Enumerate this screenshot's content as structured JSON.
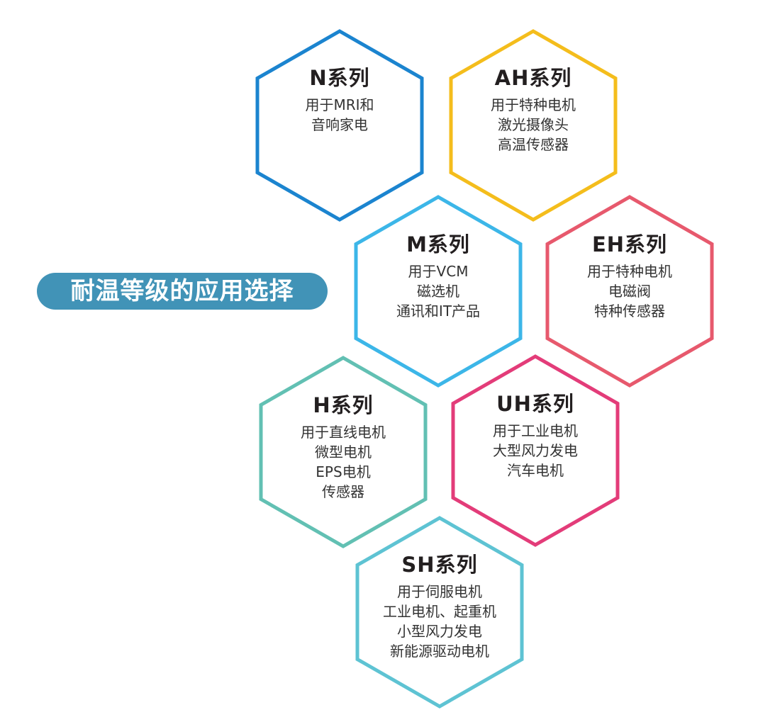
{
  "heading": "耐温等级的应用选择",
  "series": [
    {
      "id": "n",
      "title": "N系列",
      "lines": [
        "用于MRI和",
        "音响家电"
      ],
      "color": "#1b84cf"
    },
    {
      "id": "ah",
      "title": "AH系列",
      "lines": [
        "用于特种电机",
        "激光摄像头",
        "高温传感器"
      ],
      "color": "#f4bd1c"
    },
    {
      "id": "m",
      "title": "M系列",
      "lines": [
        "用于VCM",
        "磁选机",
        "通讯和IT产品"
      ],
      "color": "#3cb6e8"
    },
    {
      "id": "eh",
      "title": "EH系列",
      "lines": [
        "用于特种电机",
        "电磁阀",
        "特种传感器"
      ],
      "color": "#e7596d"
    },
    {
      "id": "h",
      "title": "H系列",
      "lines": [
        "用于直线电机",
        "微型电机",
        "EPS电机",
        "传感器"
      ],
      "color": "#62c0b3"
    },
    {
      "id": "uh",
      "title": "UH系列",
      "lines": [
        "用于工业电机",
        "大型风力发电",
        "汽车电机"
      ],
      "color": "#e33c79"
    },
    {
      "id": "sh",
      "title": "SH系列",
      "lines": [
        "用于伺服电机",
        "工业电机、起重机",
        "小型风力发电",
        "新能源驱动电机"
      ],
      "color": "#5ec3d3"
    }
  ]
}
